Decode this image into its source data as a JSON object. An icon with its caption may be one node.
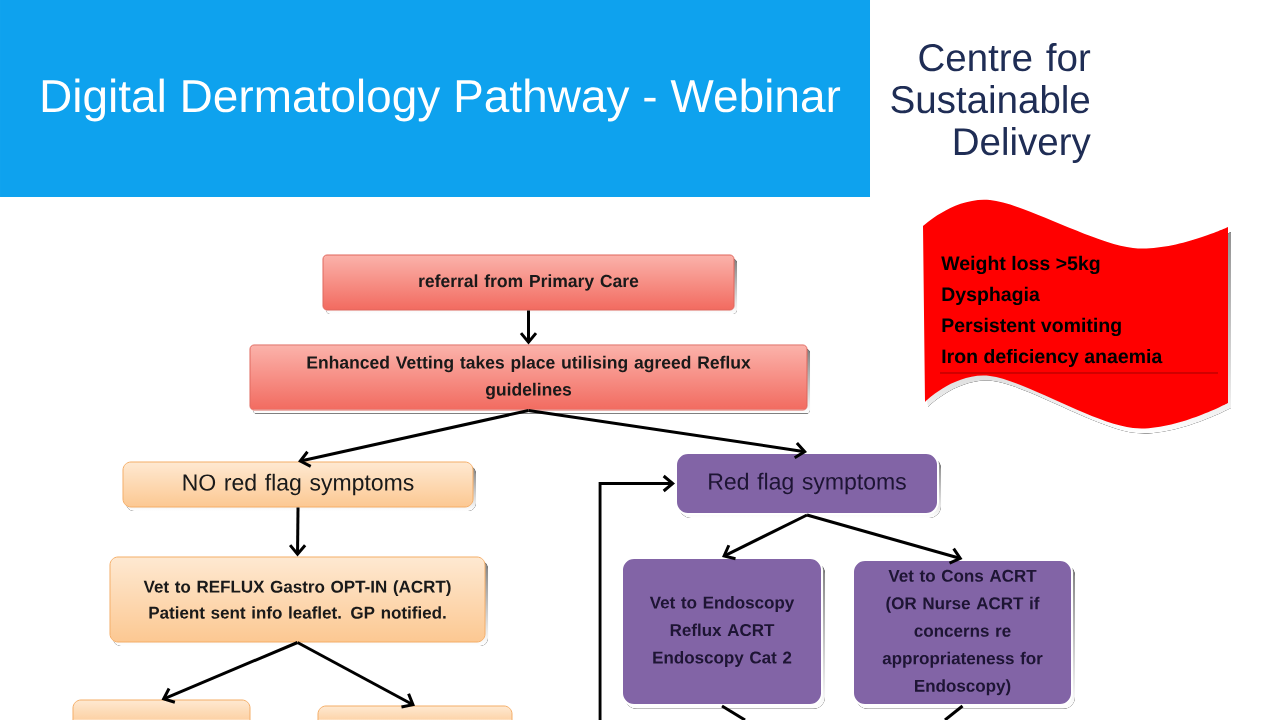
{
  "diagram": {
    "title": "Digital Dermatology Pathway - Webinar",
    "nodes": [
      {
        "text": [
          "referral from Primary Care"
        ]
      },
      {
        "text": [
          "Enhanced Vetting takes place utilising agreed Reflux guidelines"
        ]
      },
      {
        "text": [
          "NO red flag symptoms"
        ]
      },
      {
        "text": [
          "Red flag symptoms"
        ]
      },
      {
        "text": [
          "Vet to REFLUX Gastro OPT-IN (ACRT)",
          "Patient sent info leaflet. GP notified."
        ]
      },
      {
        "text": [
          "Vet to Endoscopy Reflux ACRT Endoscopy Cat 2"
        ]
      },
      {
        "text": [
          "Vet to Cons ACRT (OR Nurse ACRT if concerns re appropriateness for Endoscopy)"
        ]
      },
      {
        "text": [],
        "shape": "box"
      },
      {
        "text": [],
        "shape": "box"
      },
      {
        "text": [
          "Weight loss >5kg",
          "Dysphagia",
          "Persistent vomiting",
          "Iron deficiency anaemia"
        ]
      }
    ],
    "edges": [
      {
        "from": 0,
        "to": 1,
        "arrow": "to"
      },
      {
        "from": 1,
        "to": 2,
        "arrow": "to"
      },
      {
        "from": 1,
        "to": 3,
        "arrow": "to"
      },
      {
        "from": 2,
        "to": 4,
        "arrow": "to"
      },
      {
        "from": 3,
        "to": 5,
        "arrow": "to"
      },
      {
        "from": 3,
        "to": 6,
        "arrow": "to"
      },
      {
        "from": 4,
        "to": 7,
        "arrow": "to"
      },
      {
        "from": 4,
        "to": 8,
        "arrow": "to"
      },
      {
        "from": null,
        "to": 3,
        "arrow": "to"
      },
      {
        "from": 5,
        "to": null,
        "arrow": "none"
      },
      {
        "from": 6,
        "to": null,
        "arrow": "none"
      }
    ],
    "labels": [
      "Centre for Sustainable Delivery"
    ]
  }
}
